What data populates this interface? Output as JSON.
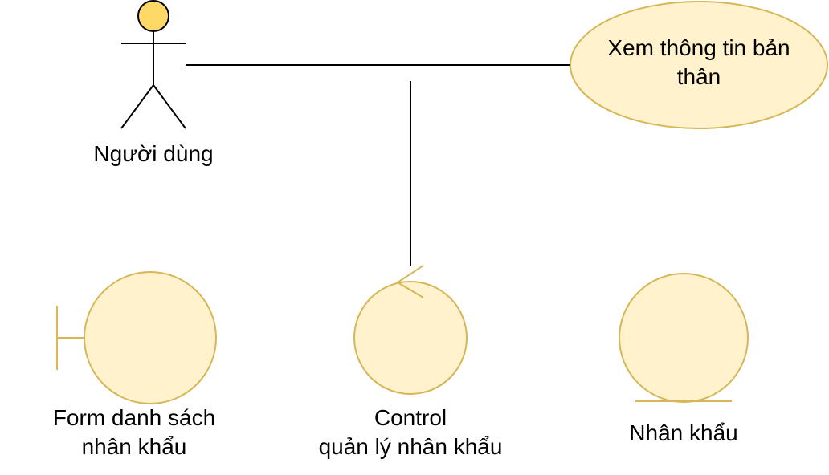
{
  "actor": {
    "label": "Người dùng"
  },
  "use_case": {
    "label_line1": "Xem thông tin bản",
    "label_line2": "thân"
  },
  "boundary": {
    "label_line1": "Form danh sách",
    "label_line2": "nhân khẩu"
  },
  "control": {
    "label_line1": "Control",
    "label_line2": "quản lý nhân khẩu"
  },
  "entity": {
    "label": "Nhân khẩu"
  },
  "colors": {
    "fill": "#fff2cc",
    "stroke": "#d6b656",
    "actor_head_fill": "#ffd966",
    "line": "#000000"
  }
}
